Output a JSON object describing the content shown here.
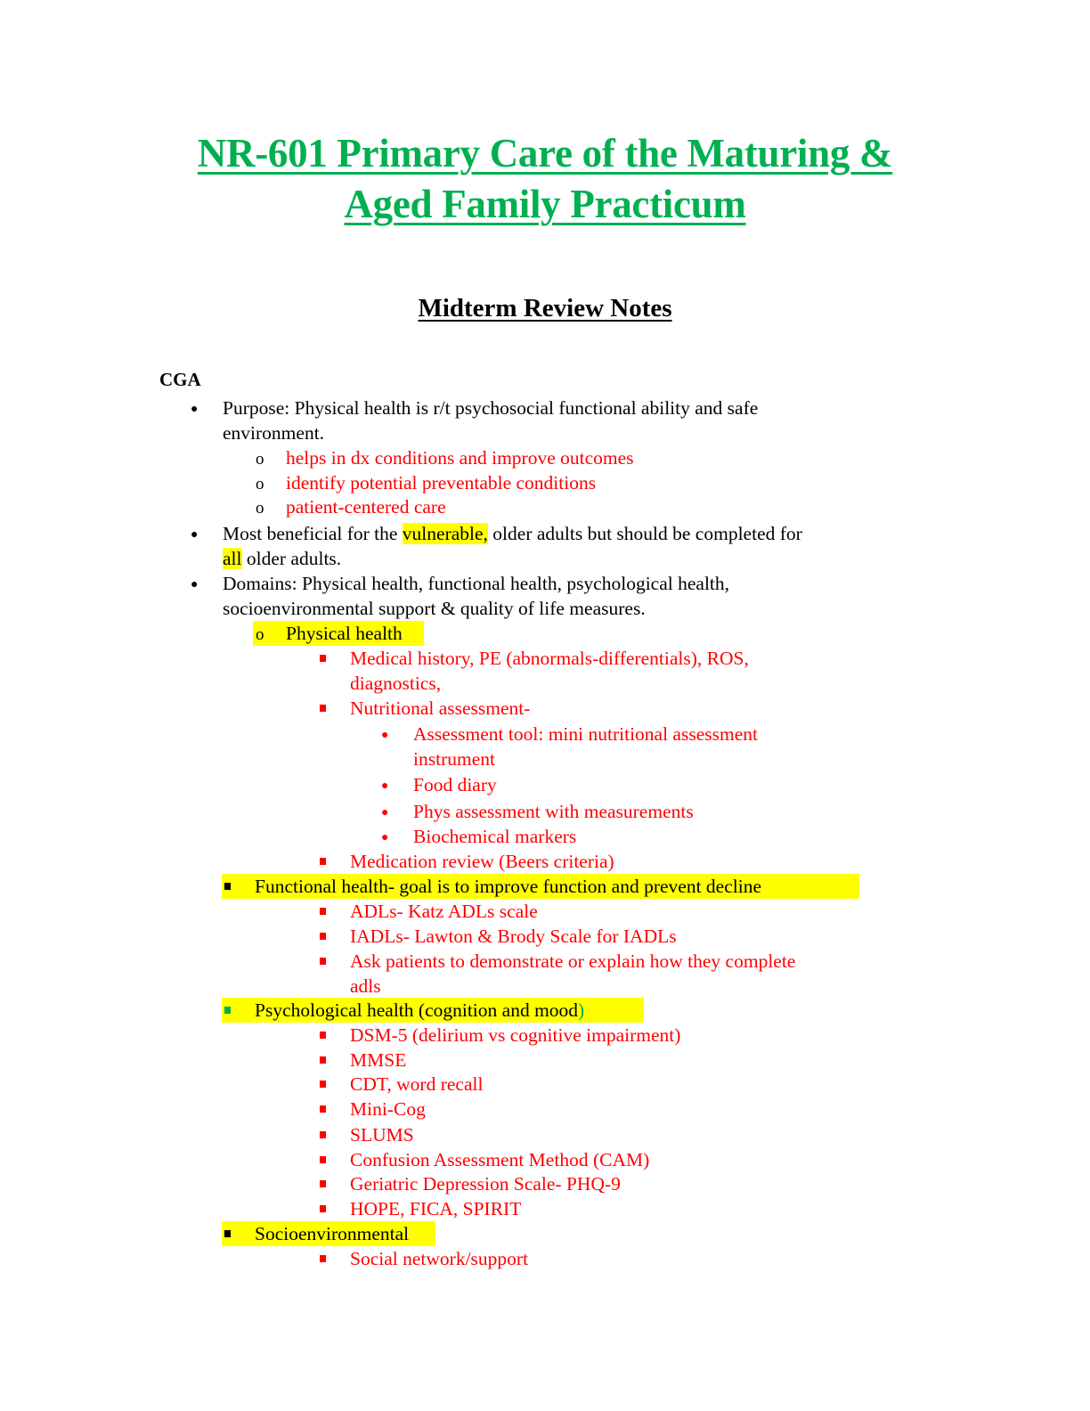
{
  "document": {
    "title_line1": "NR-601 Primary Care of the Maturing &",
    "title_line2": "Aged Family Practicum",
    "subtitle": "Midterm Review Notes",
    "section_heading": "CGA",
    "purpose": {
      "line1": "Purpose: Physical health is r/t psychosocial functional ability and safe",
      "line2": "environment.",
      "subitems": [
        "helps in dx conditions and improve outcomes",
        "identify potential preventable conditions",
        "patient-centered care"
      ]
    },
    "beneficial": {
      "pre": "Most beneficial for the ",
      "highlight1": "vulnerable,",
      "post": " older adults but should be completed for",
      "highlight2": "all",
      "line2_post": " older adults."
    },
    "domains": {
      "line1": "Domains: Physical health, functional health, psychological health,",
      "line2": "socioenvironmental support & quality of life measures."
    },
    "physical_health": {
      "label": "Physical health",
      "items": [
        {
          "line1": "Medical history, PE (abnormals-differentials), ROS,",
          "line2": "diagnostics,"
        },
        {
          "line1": "Nutritional assessment-"
        },
        {
          "line1": "Medication review (Beers criteria)"
        }
      ],
      "nutrition_subitems": [
        {
          "line1": "Assessment tool: mini nutritional assessment",
          "line2": "instrument"
        },
        {
          "line1": "Food diary"
        },
        {
          "line1": "Phys assessment with measurements"
        },
        {
          "line1": "Biochemical markers"
        }
      ]
    },
    "functional_health": {
      "label": "Functional health- goal is to improve function and prevent decline",
      "items": [
        "ADLs- Katz ADLs scale",
        "IADLs- Lawton & Brody Scale for IADLs",
        "Ask patients to demonstrate or explain how they complete",
        "adls"
      ]
    },
    "psychological_health": {
      "label": "Psychological health (cognition and mood",
      "label_end": ")",
      "items": [
        "DSM-5 (delirium vs cognitive impairment)",
        "MMSE",
        "CDT, word recall",
        "Mini-Cog",
        "SLUMS",
        "Confusion Assessment Method (CAM)",
        "Geriatric Depression Scale- PHQ-9",
        "HOPE, FICA, SPIRIT"
      ]
    },
    "socioenvironmental": {
      "label": "Socioenvironmental",
      "items": [
        "Social network/support"
      ]
    },
    "colors": {
      "title_green": "#00b050",
      "note_red": "#ff0000",
      "highlight_yellow": "#ffff00"
    }
  }
}
